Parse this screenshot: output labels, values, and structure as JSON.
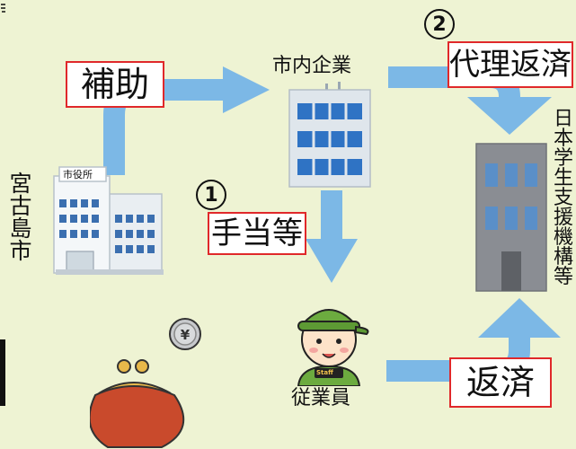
{
  "entities": {
    "city_office": {
      "name": "宮古島市",
      "sign": "市役所"
    },
    "company": {
      "name": "市内企業"
    },
    "employee": {
      "name": "従業員",
      "badge": "Staff"
    },
    "jasso": {
      "name": "日本学生支援機構等"
    }
  },
  "flows": {
    "subsidy": {
      "label": "補助"
    },
    "allowance": {
      "label": "手当等",
      "number": "1"
    },
    "proxy_repayment": {
      "label": "代理返済",
      "number": "2"
    },
    "repayment": {
      "label": "返済"
    }
  },
  "icons": {
    "coin": "yen-coin-icon",
    "purse": "purse-icon"
  },
  "colors": {
    "background": "#eef3d3",
    "arrow": "#7cb8e6",
    "label_border": "#e0282a",
    "building_window": "#2f73c4"
  }
}
